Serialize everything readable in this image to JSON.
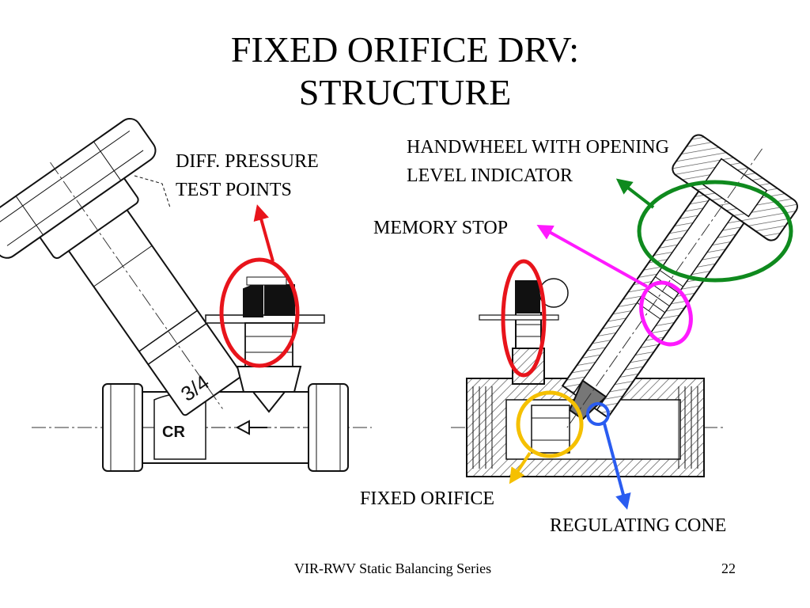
{
  "slide": {
    "title_line1": "FIXED ORIFICE DRV:",
    "title_line2": "STRUCTURE"
  },
  "callouts": {
    "diff_pressure_line1": "DIFF. PRESSURE",
    "diff_pressure_line2": "TEST POINTS",
    "handwheel_line1": "HANDWHEEL WITH OPENING",
    "handwheel_line2": "LEVEL INDICATOR",
    "memory_stop": "MEMORY STOP",
    "fixed_orifice": "FIXED ORIFICE",
    "regulating_cone": "REGULATING CONE"
  },
  "valve": {
    "size_marking": "3/4",
    "logo_text": "CR"
  },
  "footer": {
    "series": "VIR-RWV Static Balancing Series",
    "page": "22"
  },
  "colors": {
    "red": "#e8141b",
    "green": "#0f8a1e",
    "magenta": "#ff1aff",
    "yellow": "#f5c000",
    "blue": "#2a5cf0"
  }
}
